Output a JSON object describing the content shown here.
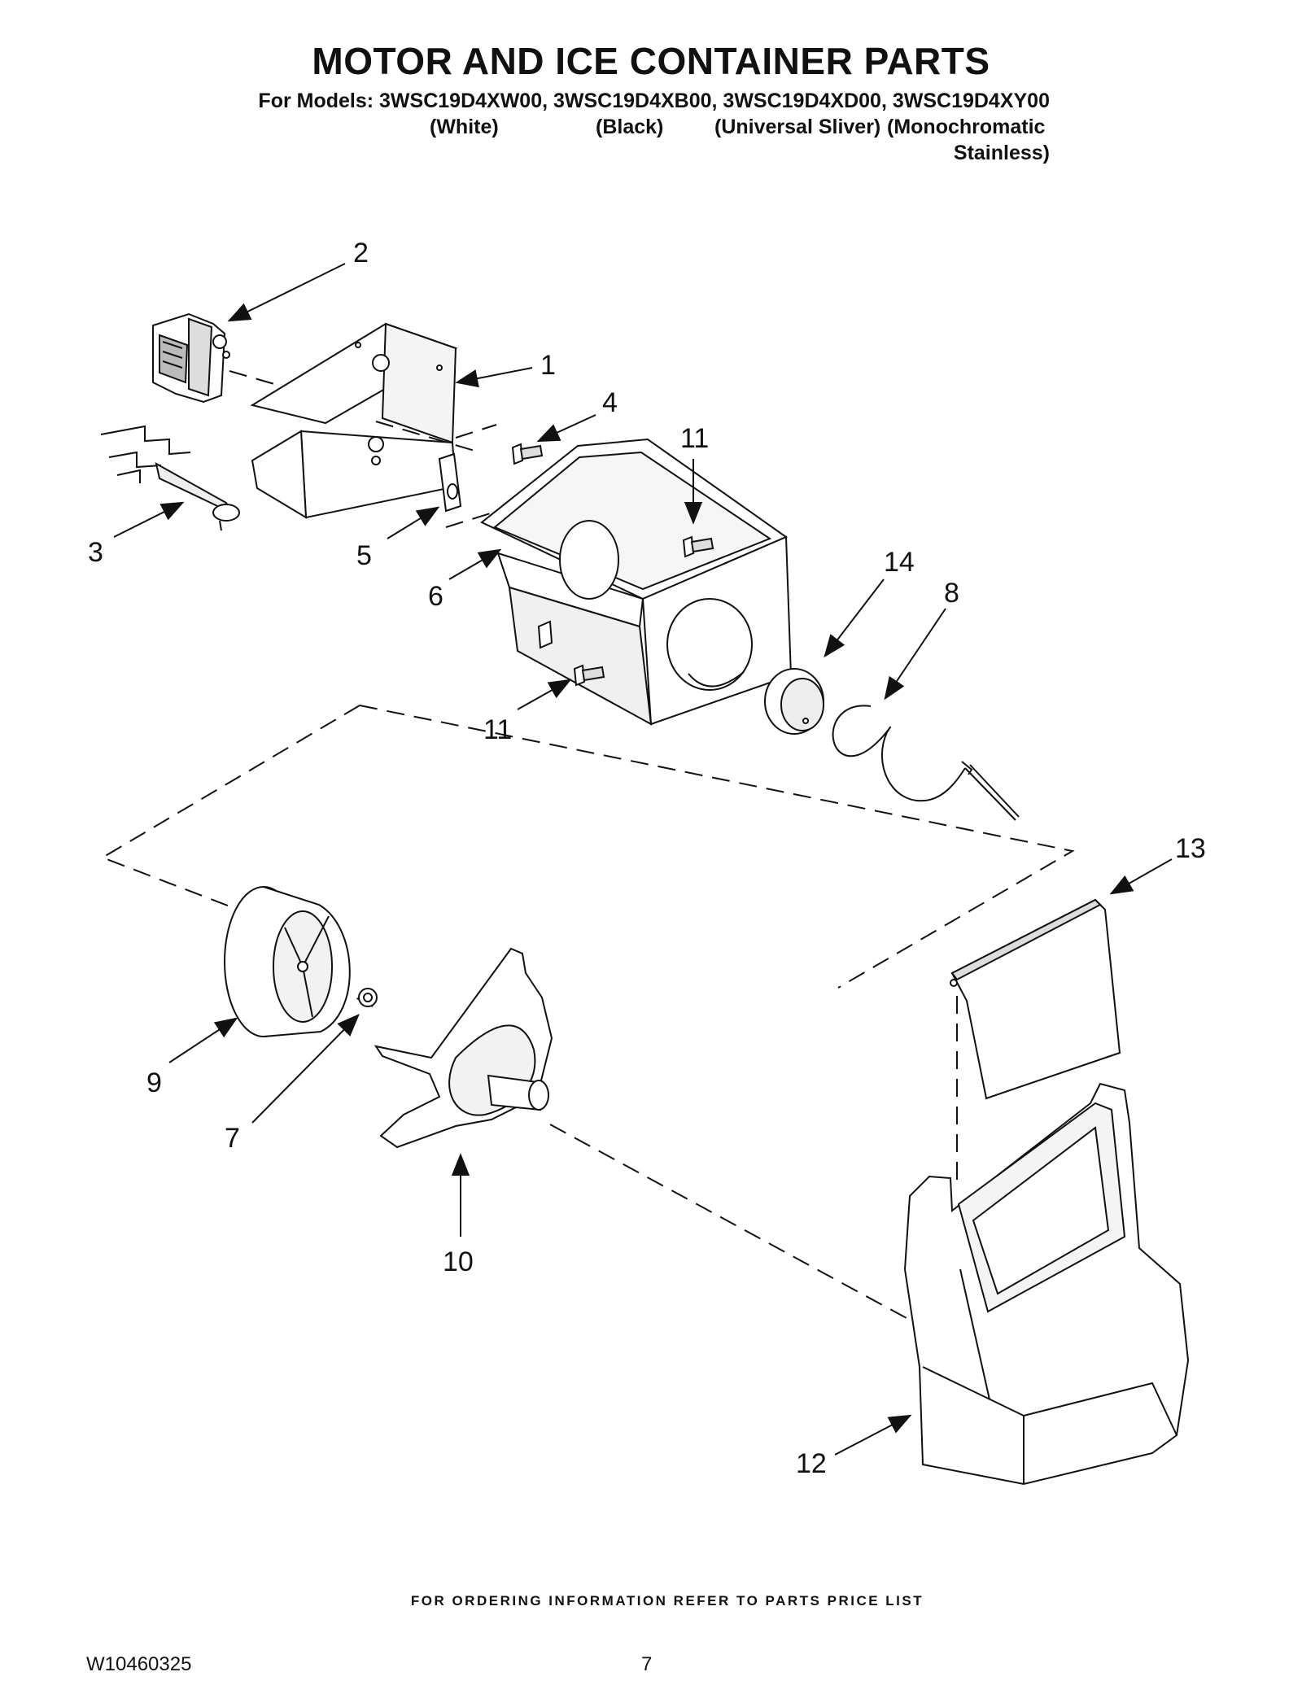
{
  "title": "MOTOR AND ICE CONTAINER PARTS",
  "models": {
    "line": "For Models: 3WSC19D4XW00, 3WSC19D4XB00, 3WSC19D4XD00, 3WSC19D4XY00",
    "variant_1": "(White)",
    "variant_2": "(Black)",
    "variant_3": "(Universal Sliver)",
    "variant_4": "(Monochromatic",
    "variant_4b": "Stainless)"
  },
  "callouts": {
    "c1": "1",
    "c2": "2",
    "c3": "3",
    "c4": "4",
    "c5": "5",
    "c6": "6",
    "c7": "7",
    "c8": "8",
    "c9": "9",
    "c10": "10",
    "c11a": "11",
    "c11b": "11",
    "c12": "12",
    "c13": "13",
    "c14": "14"
  },
  "footer": {
    "ordering_note": "FOR ORDERING INFORMATION REFER TO PARTS PRICE LIST",
    "doc_number": "W10460325",
    "page_number": "7"
  }
}
